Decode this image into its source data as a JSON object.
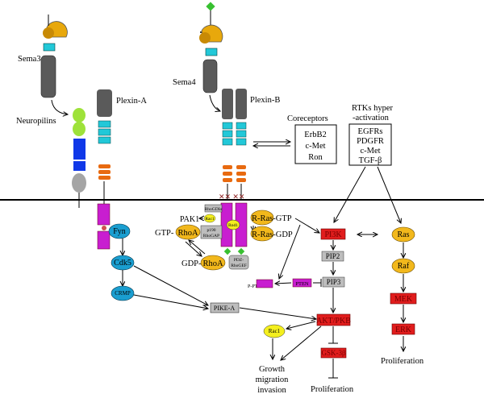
{
  "receptors": {
    "sema3": "Sema3",
    "plexin_a": "Plexin-A",
    "neuropilins": "Neuropilins",
    "sema4": "Sema4",
    "plexin_b": "Plexin-B"
  },
  "coreceptors": {
    "title": "Coreceptors",
    "items": [
      "ErbB2",
      "c-Met",
      "Ron"
    ]
  },
  "rtks": {
    "title_line1": "RTKs hyper",
    "title_line2": "-activation",
    "items": [
      "EGFRs",
      "PDGFR",
      "c-Met",
      "TGF-β"
    ]
  },
  "nodes": {
    "fyn": "Fyn",
    "cdk5": "Cdk5",
    "crmp": "CRMP",
    "pike_a": "PIKE-A",
    "pak1": "PAK1",
    "rac1_small": "Rac1",
    "rhogdi": "RhoGDIα",
    "rnd1": "Rnd1",
    "p190": "p190",
    "rhogap": "RhoGAP",
    "gtp_rhoa_prefix": "GTP-",
    "gtp_rhoa": "RhoA",
    "gdp_rhoa_prefix": "GDP-",
    "gdp_rhoa": "RhoA",
    "pdz": "PDZ-",
    "rhogef": "RhoGEF",
    "r_ras_gtp_prefix": "R-Ras",
    "r_ras_gtp_suffix": "-GTP",
    "r_ras_gdp_prefix": "R-Ras",
    "r_ras_gdp_suffix": "-GDP",
    "pi3k": "PI3K",
    "pip2": "PIP2",
    "pip3": "PIP3",
    "pten": "PTEN",
    "p_pten": "P-PTEN",
    "akt_pkb": "AKT/PKB",
    "gsk3b": "GSK-3β",
    "rac1": "Rac1",
    "ras": "Ras",
    "raf": "Raf",
    "mek": "MEK",
    "erk": "ERK"
  },
  "outcomes": {
    "growth": [
      "Growth",
      "migration",
      "invasion"
    ],
    "proliferation_mid": "Proliferation",
    "proliferation_right": "Proliferation"
  },
  "colors": {
    "orange_node": "#f2b81c",
    "red_node": "#e11d1d",
    "teal_node": "#1a9ed0",
    "magenta_domain": "#c81ed0",
    "cyan_domain": "#22c8d8",
    "grey_domain": "#5a5a5a",
    "green_np": "#9ee23a",
    "blue_np": "#1038e8",
    "orange_domain": "#e86a10",
    "yellow_rac": "#f4ef1e",
    "grey_box": "#bdbdbd"
  }
}
